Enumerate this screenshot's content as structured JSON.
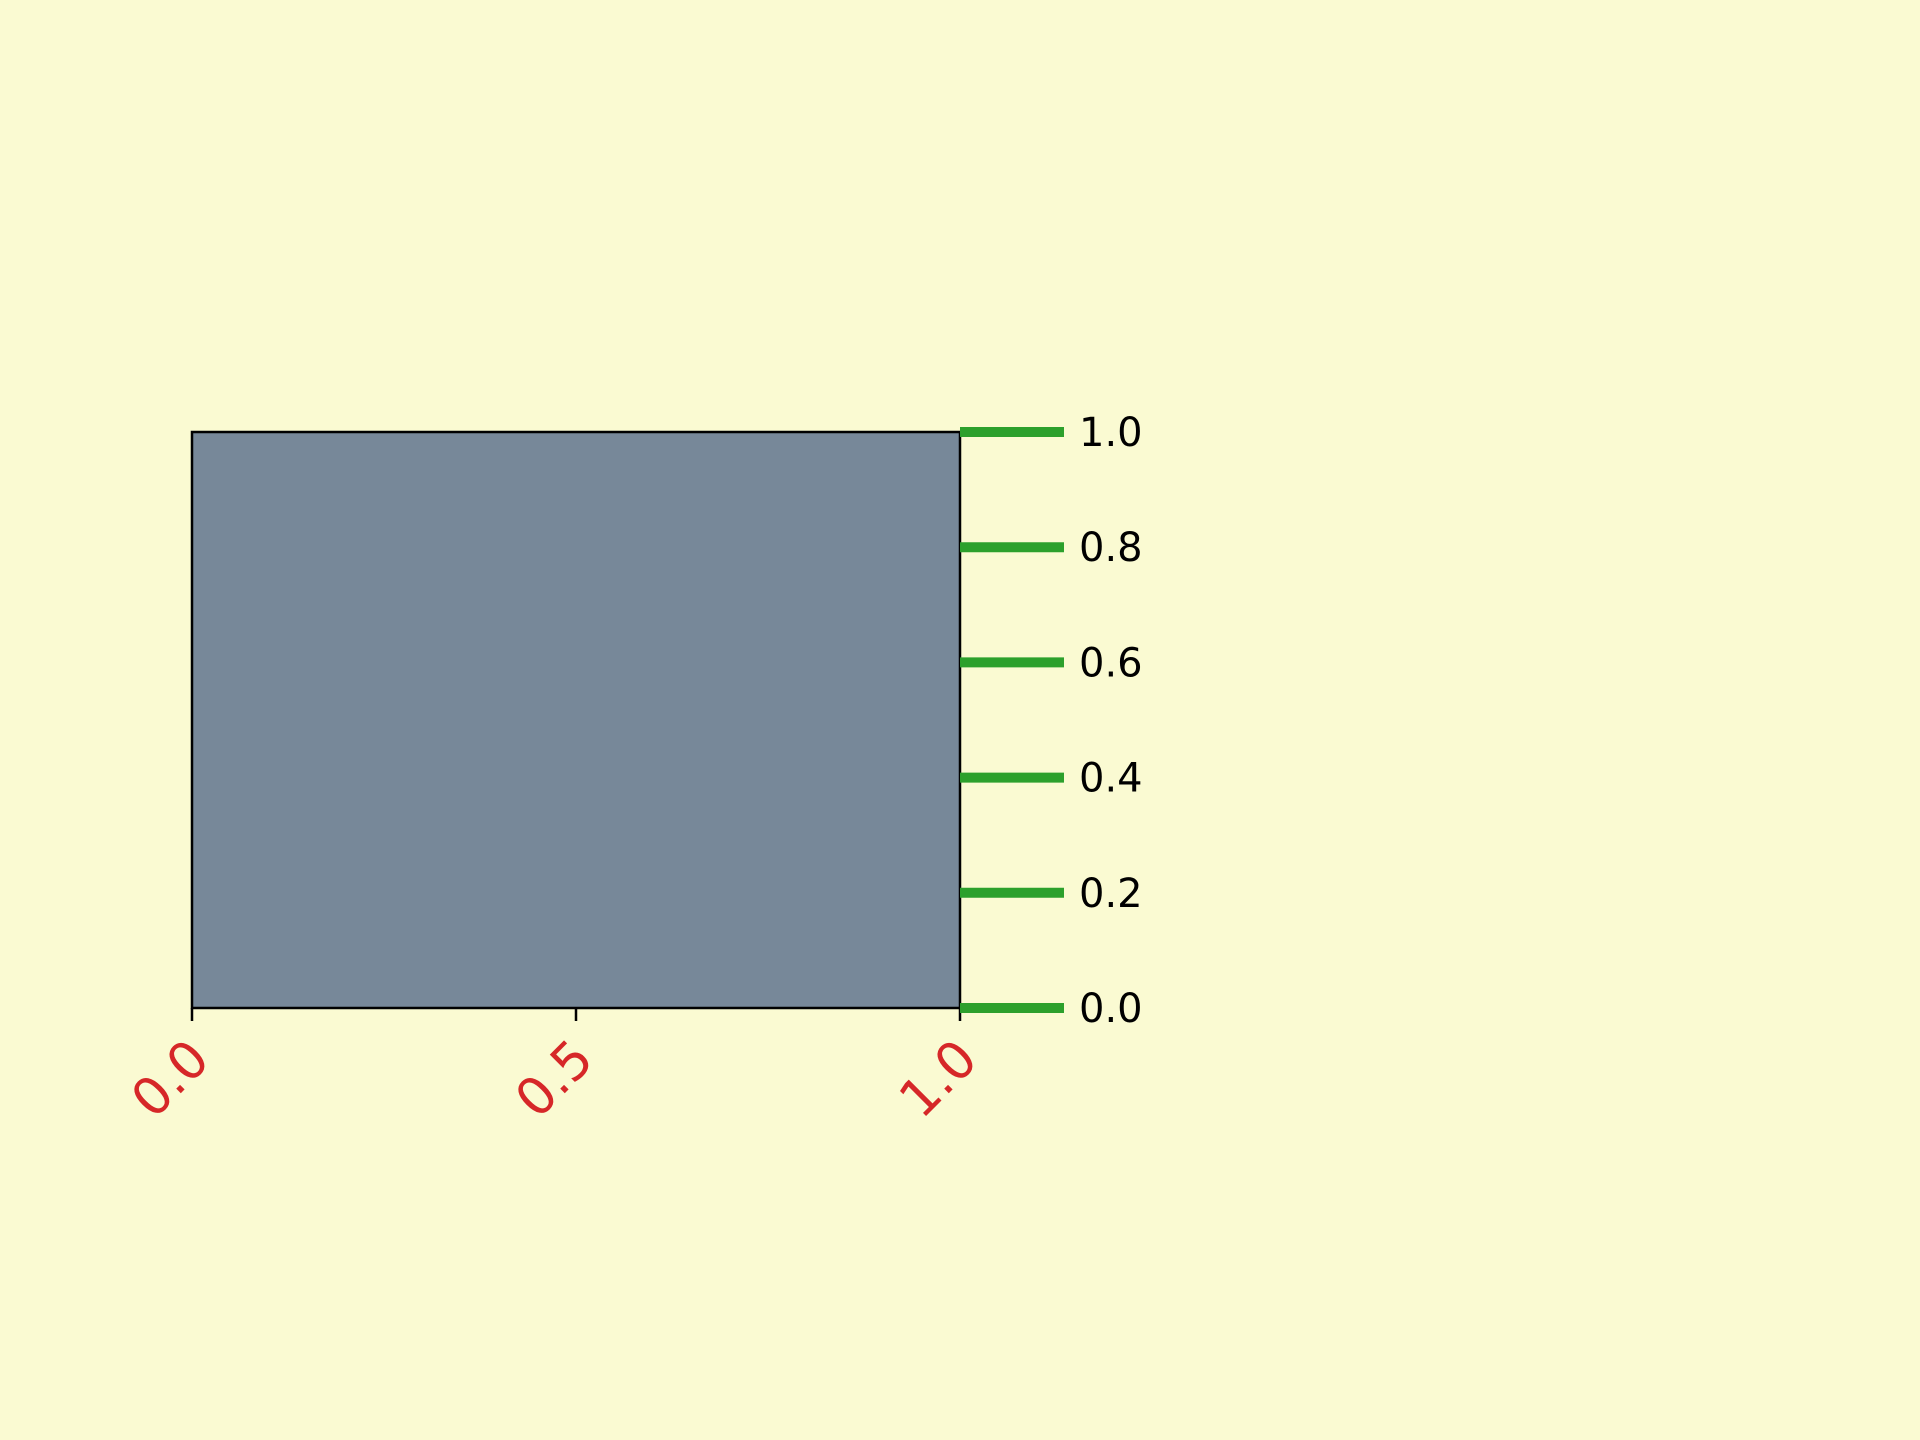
{
  "chart_data": {
    "type": "area",
    "title": "",
    "xlabel": "",
    "ylabel": "",
    "xlim": [
      0,
      1
    ],
    "ylim": [
      0,
      1
    ],
    "x_ticks": [
      "0.0",
      "0.5",
      "1.0"
    ],
    "y_ticks": [
      "0.0",
      "0.2",
      "0.4",
      "0.6",
      "0.8",
      "1.0"
    ],
    "y_axis_side": "right",
    "x_tick_label_rotation_deg": 45,
    "grid": false,
    "legend": "none",
    "series": [
      {
        "x": [
          0,
          1
        ],
        "y": [
          1,
          1
        ]
      }
    ],
    "colors": {
      "background": "#fafad2",
      "axes_face": "#778899",
      "spine": "#000000",
      "x_tick_label": "#d62728",
      "y_tick_mark": "#2ca02c",
      "y_tick_label": "#000000"
    }
  }
}
